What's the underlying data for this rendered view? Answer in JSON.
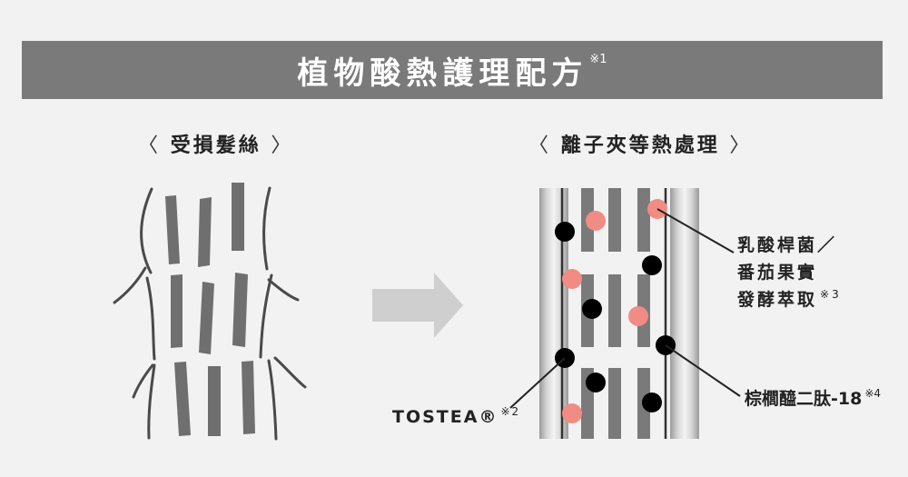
{
  "banner": {
    "title": "植物酸熱護理配方",
    "note": "※1"
  },
  "left_heading": {
    "open": "〈",
    "text": "受損髮絲",
    "close": "〉"
  },
  "right_heading": {
    "open": "〈",
    "text": "離子夾等熱處理",
    "close": "〉"
  },
  "labels": {
    "lactic": {
      "lines": [
        "乳酸桿菌／",
        "番茄果實",
        "發酵萃取"
      ],
      "note": "※3"
    },
    "tostea": {
      "text": "TOSTEA®",
      "note": "※2"
    },
    "peptide": {
      "text": "棕櫚醯二肽-18",
      "note": "※4"
    }
  },
  "colors": {
    "banner": "#7a7a7a",
    "bar": "#6f6f6f",
    "strand_line": "#4a4a4a",
    "arrow": "#cfcfcf",
    "black_dot": "#000000",
    "pink_dot": "#f08c84"
  }
}
